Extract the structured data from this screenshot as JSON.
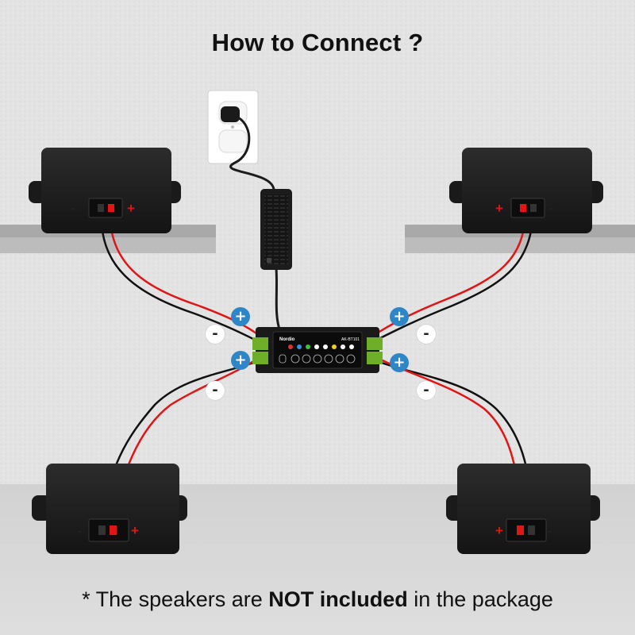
{
  "title": "How to Connect ?",
  "footnote": {
    "prefix": "* The speakers are ",
    "bold": "NOT included",
    "suffix": " in the package"
  },
  "polarity": {
    "plus": "+",
    "minus": "-"
  },
  "amplifier": {
    "brand": "Nordio",
    "model": "AK-BT101"
  },
  "colors": {
    "positive_wire": "#e01515",
    "negative_wire": "#111111",
    "plus_badge": "#2f86c6"
  }
}
